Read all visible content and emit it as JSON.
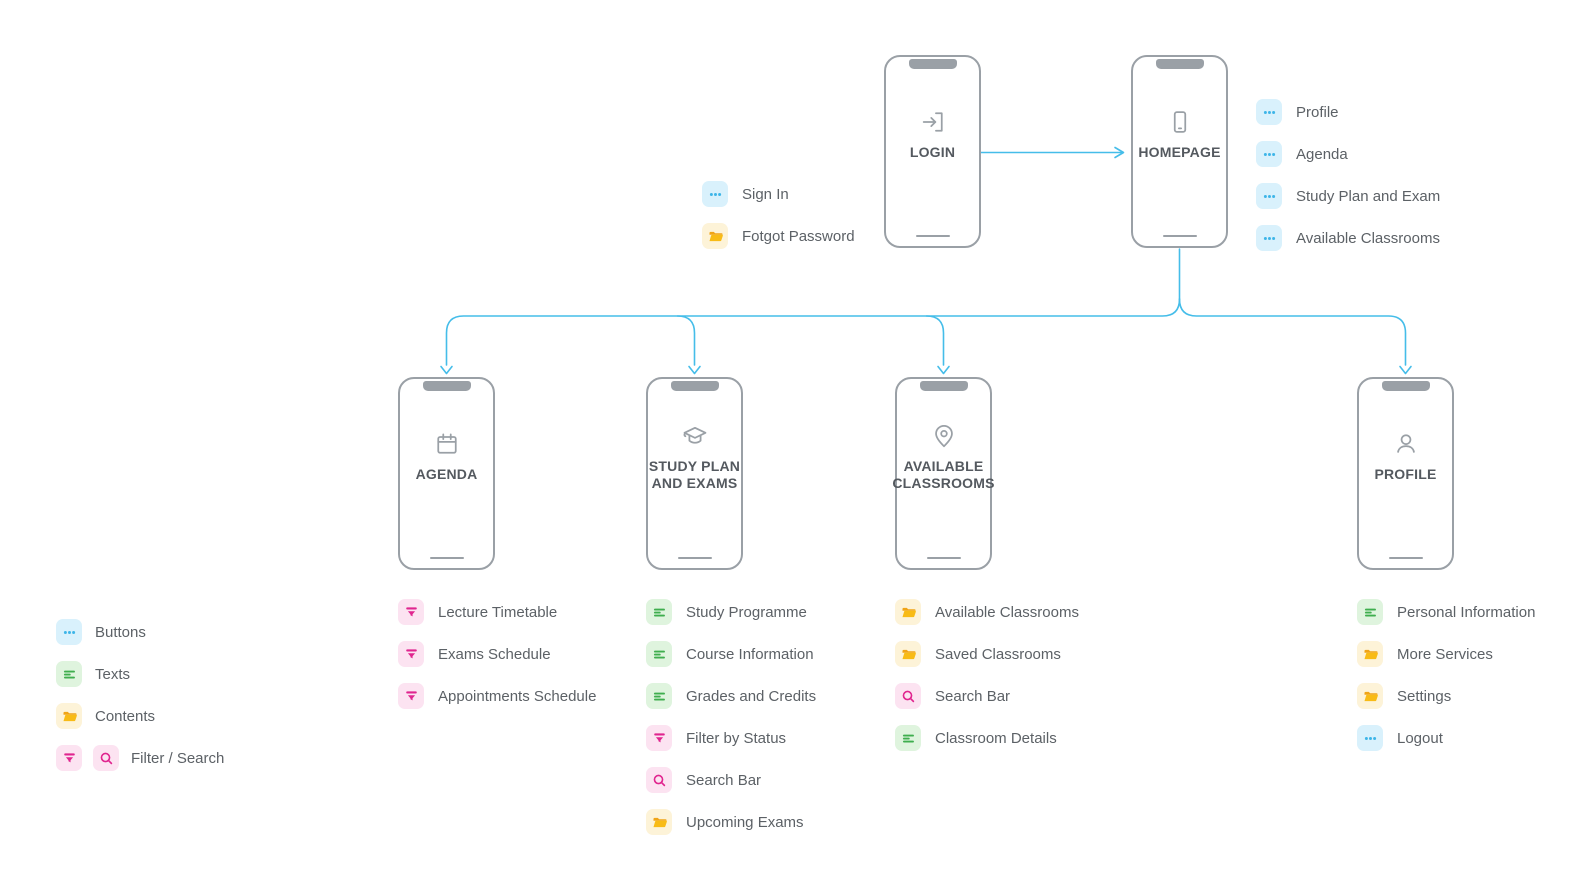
{
  "colors": {
    "accent": "#45bde9",
    "frame": "#9aa0a6",
    "title": "#54595f",
    "label": "#5c6166",
    "blue-bg": "#d9f1fc",
    "blue-ink": "#3db5e8",
    "green-bg": "#dff4de",
    "green-ink": "#3fae4e",
    "yellow-bg": "#fdf3d8",
    "folder-dark": "#f0a418",
    "folder-light": "#f8bb16",
    "pink-bg": "#fce3f1",
    "pink-ink": "#e0258f"
  },
  "phones": {
    "login": {
      "title": "LOGIN",
      "icon": "login-icon"
    },
    "homepage": {
      "title": "HOMEPAGE",
      "icon": "smartphone-icon"
    },
    "agenda": {
      "title": "AGENDA",
      "icon": "calendar-icon"
    },
    "study": {
      "title": "STUDY PLAN AND EXAMS",
      "icon": "graduation-cap-icon"
    },
    "classrooms": {
      "title": "AVAILABLE CLASSROOMS",
      "icon": "map-pin-icon"
    },
    "profile": {
      "title": "PROFILE",
      "icon": "user-icon"
    }
  },
  "lists": {
    "login": [
      {
        "type": "button",
        "label": "Sign In"
      },
      {
        "type": "content",
        "label": "Fotgot Password"
      }
    ],
    "homepage": [
      {
        "type": "button",
        "label": "Profile"
      },
      {
        "type": "button",
        "label": "Agenda"
      },
      {
        "type": "button",
        "label": "Study Plan and Exam"
      },
      {
        "type": "button",
        "label": "Available Classrooms"
      }
    ],
    "agenda": [
      {
        "type": "filter",
        "label": "Lecture Timetable"
      },
      {
        "type": "filter",
        "label": "Exams Schedule"
      },
      {
        "type": "filter",
        "label": "Appointments Schedule"
      }
    ],
    "study": [
      {
        "type": "text",
        "label": "Study Programme"
      },
      {
        "type": "text",
        "label": "Course Information"
      },
      {
        "type": "text",
        "label": "Grades and Credits"
      },
      {
        "type": "filter",
        "label": "Filter by Status"
      },
      {
        "type": "search",
        "label": "Search Bar"
      },
      {
        "type": "content",
        "label": "Upcoming Exams"
      }
    ],
    "classrooms": [
      {
        "type": "content",
        "label": "Available Classrooms"
      },
      {
        "type": "content",
        "label": "Saved Classrooms"
      },
      {
        "type": "search",
        "label": "Search Bar"
      },
      {
        "type": "text",
        "label": "Classroom Details"
      }
    ],
    "profile": [
      {
        "type": "text",
        "label": "Personal Information"
      },
      {
        "type": "content",
        "label": "More Services"
      },
      {
        "type": "content",
        "label": "Settings"
      },
      {
        "type": "button",
        "label": "Logout"
      }
    ]
  },
  "legend": [
    {
      "icons": [
        "button"
      ],
      "label": "Buttons"
    },
    {
      "icons": [
        "text"
      ],
      "label": "Texts"
    },
    {
      "icons": [
        "content"
      ],
      "label": "Contents"
    },
    {
      "icons": [
        "filter",
        "search"
      ],
      "label": "Filter / Search"
    }
  ]
}
